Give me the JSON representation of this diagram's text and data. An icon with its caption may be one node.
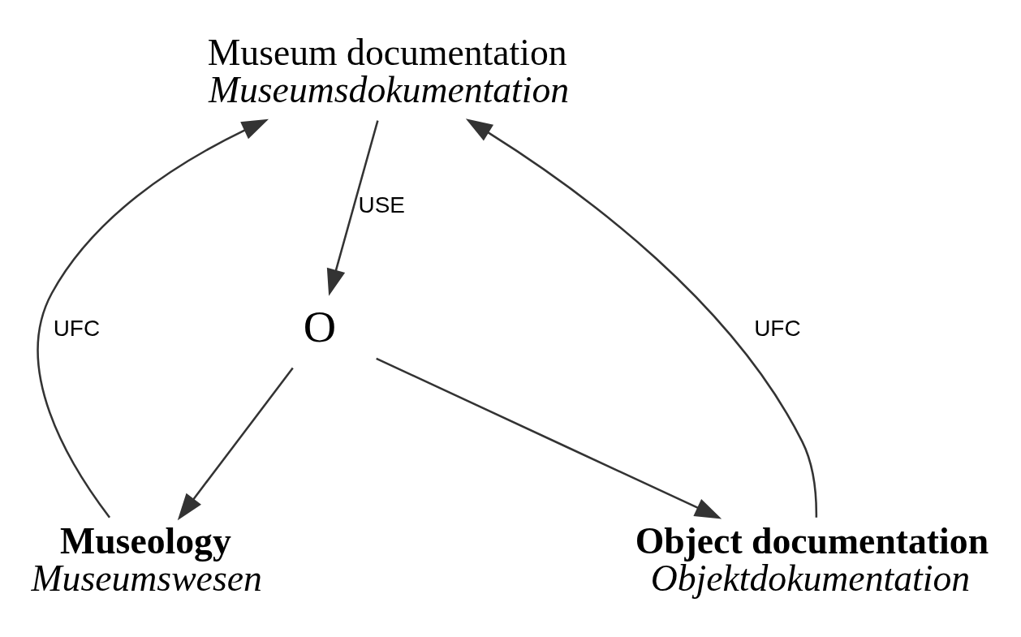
{
  "diagram": {
    "nodes": [
      {
        "text": [
          "Museum documentation",
          "Museumsdokumentation"
        ]
      },
      {
        "text": [
          "O"
        ]
      },
      {
        "text": [
          "Museology",
          "Museumswesen"
        ]
      },
      {
        "text": [
          "Object documentation",
          "Objektdokumentation"
        ]
      }
    ],
    "edges": [
      {
        "from": 0,
        "to": 1,
        "arrow": "to",
        "label": "USE"
      },
      {
        "from": 2,
        "to": 0,
        "arrow": "to",
        "label": "UFC"
      },
      {
        "from": 3,
        "to": 0,
        "arrow": "to",
        "label": "UFC"
      },
      {
        "from": 1,
        "to": 2,
        "arrow": "to"
      },
      {
        "from": 1,
        "to": 3,
        "arrow": "to"
      }
    ]
  }
}
